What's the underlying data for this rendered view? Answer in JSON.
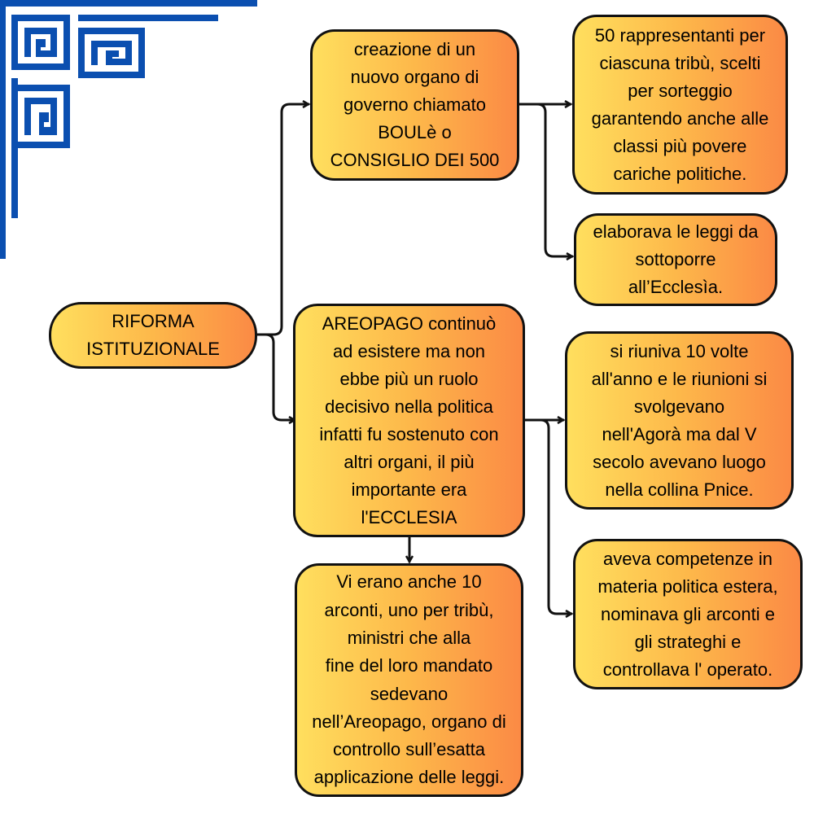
{
  "colors": {
    "node_fill_left": "#ffdf5e",
    "node_fill_right": "#fb8a45",
    "node_border": "#111111",
    "connector": "#111111",
    "decoration": "#0b4fb0"
  },
  "decoration": {
    "icon": "greek-key-meander-corner"
  },
  "nodes": {
    "root": "RIFORMA\nISTITUZIONALE",
    "boule": "creazione di un\nnuovo organo di\ngoverno chiamato\nBOULè o\nCONSIGLIO DEI 500",
    "areopago": "AREOPAGO continuò\nad esistere ma non\nebbe più un ruolo\ndecisivo nella politica\ninfatti fu sostenuto con\naltri organi, il più\nimportante era\nl'ECCLESIA",
    "boule_rappresentanti": "50 rappresentanti per\nciascuna tribù, scelti\nper sorteggio\ngarantendo anche alle\nclassi più povere\ncariche politiche.",
    "boule_leggi": "elaborava le leggi da\nsottoporre\nall’Ecclesìa.",
    "ecclesia_riunioni": "si riuniva 10 volte\nall'anno e le riunioni si\nsvolgevano\nnell'Agorà ma dal V\nsecolo avevano luogo\nnella collina Pnice.",
    "ecclesia_competenze": "aveva competenze in\nmateria politica estera,\nnominava gli arconti e\ngli strateghi e\ncontrollava l' operato.",
    "arconti": "Vi erano anche 10\narconti, uno per tribù,\nministri che alla\nfine del loro mandato\nsedevano\nnell’Areopago, organo di\ncontrollo sull’esatta\napplicazione delle leggi."
  }
}
